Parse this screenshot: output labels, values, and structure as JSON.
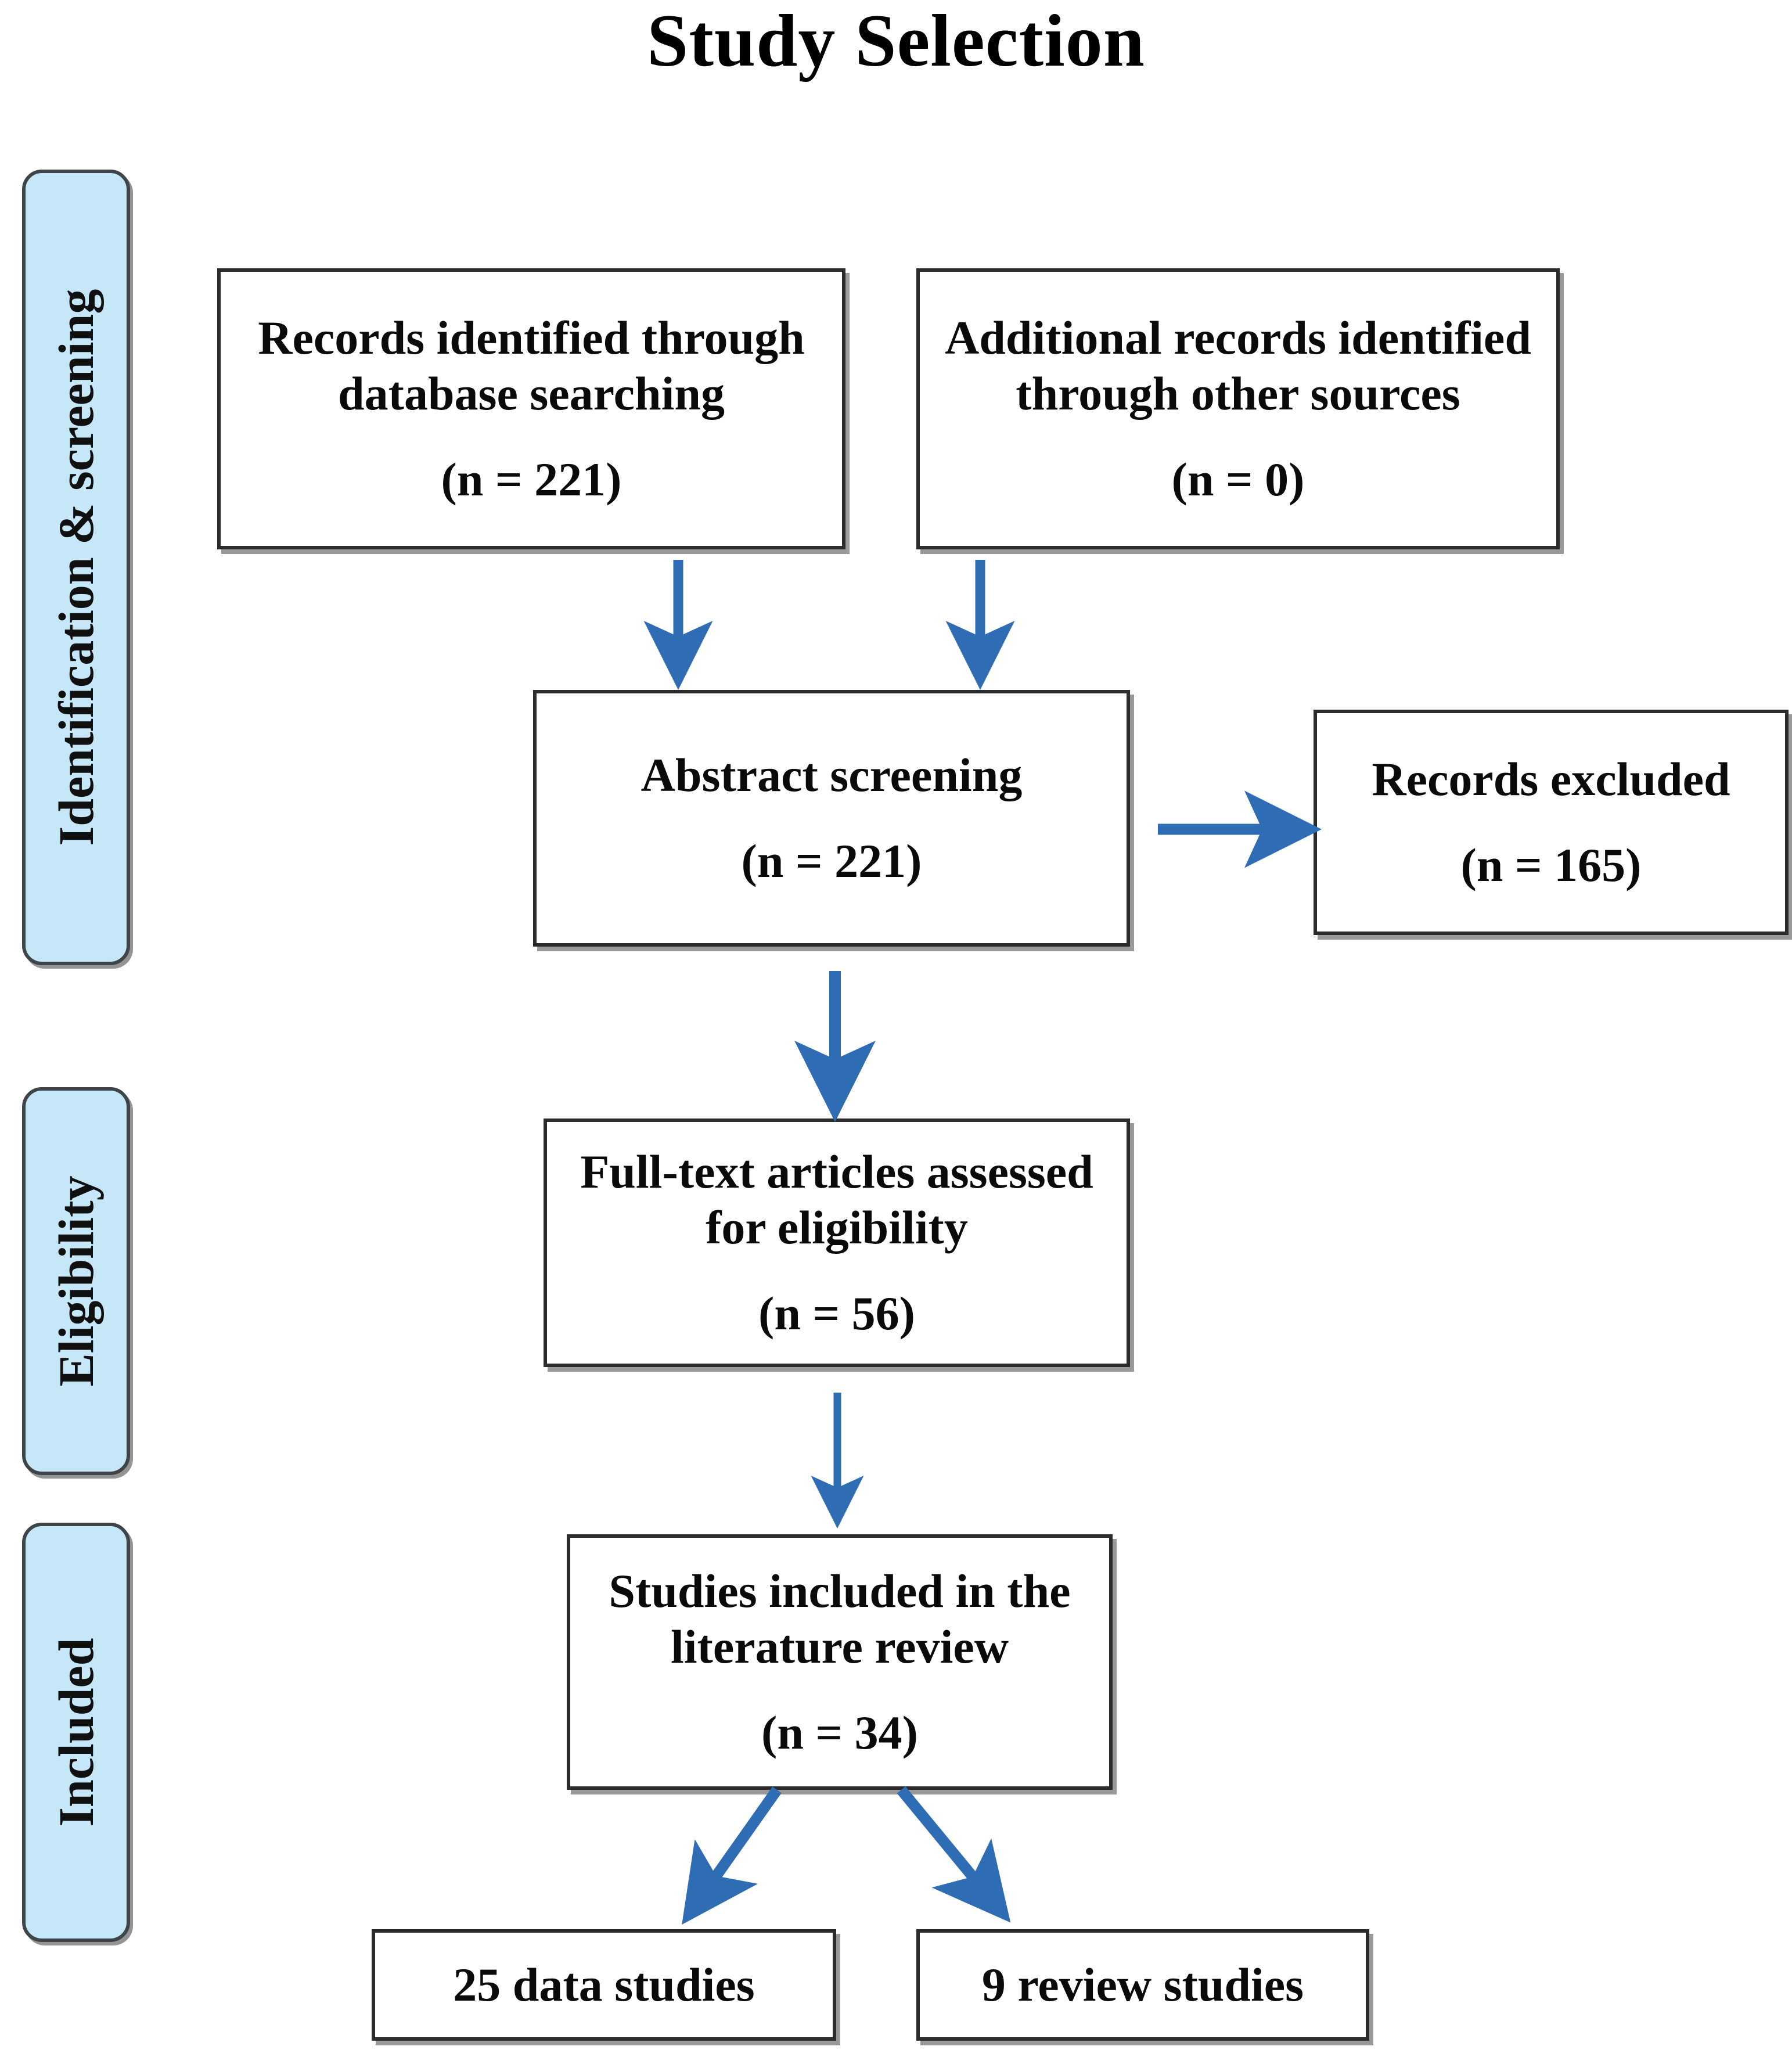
{
  "page": {
    "title": "Study Selection",
    "background_color": "#FFFFFF",
    "accent_color": "#2E6DB4",
    "stage_fill_color": "#C5E7F8",
    "box_border_color": "#2B2B2B"
  },
  "stages": [
    {
      "id": "identification-screening",
      "label": "Identification & screening"
    },
    {
      "id": "eligibility",
      "label": "Eligibility"
    },
    {
      "id": "included",
      "label": "Included"
    }
  ],
  "boxes": {
    "records_database": {
      "text": "Records identified through\ndatabase searching",
      "count": "(n = 221)"
    },
    "records_other": {
      "text": "Additional records identified\nthrough other sources",
      "count": "(n = 0)"
    },
    "abstract_screening": {
      "text": "Abstract screening",
      "count": "(n = 221)"
    },
    "records_excluded": {
      "text": "Records excluded",
      "count": "(n = 165)"
    },
    "full_text": {
      "text": "Full-text articles assessed\nfor eligibility",
      "count": "(n = 56)"
    },
    "studies_included": {
      "text": "Studies included in the\nliterature review",
      "count": "(n = 34)"
    },
    "data_studies": {
      "text": "25 data studies"
    },
    "review_studies": {
      "text": "9  review studies"
    }
  },
  "connectors": [
    {
      "id": "db-to-abstract",
      "direction": "down"
    },
    {
      "id": "other-to-abstract",
      "direction": "down"
    },
    {
      "id": "abstract-to-excluded",
      "direction": "right"
    },
    {
      "id": "abstract-to-fulltext",
      "direction": "down"
    },
    {
      "id": "fulltext-to-included",
      "direction": "down"
    },
    {
      "id": "included-to-data",
      "direction": "down-left"
    },
    {
      "id": "included-to-review",
      "direction": "down-right"
    }
  ]
}
